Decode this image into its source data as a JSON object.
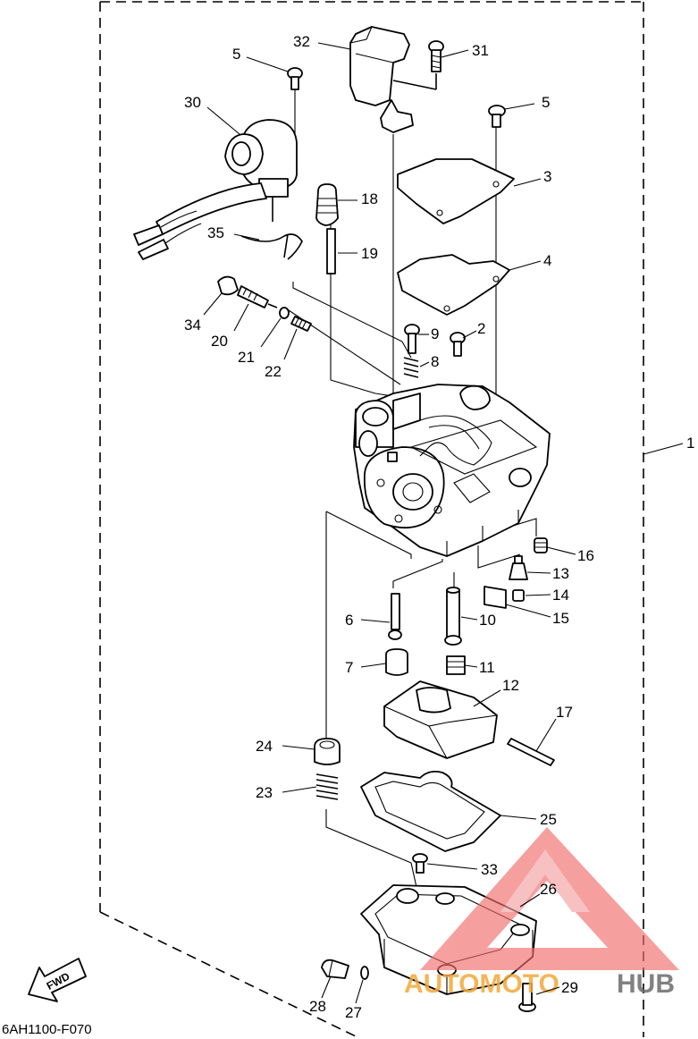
{
  "diagram_code": "6AH1100-F070",
  "fwd_label": "FWD",
  "watermark": {
    "text_a": "AUTOMOTO",
    "text_b": "HUB",
    "color_a": "#f2a93b",
    "color_b": "#6c6c6c",
    "logo_color": "#f26d6d"
  },
  "callouts": [
    {
      "id": "32",
      "text": "32"
    },
    {
      "id": "31",
      "text": "31"
    },
    {
      "id": "5a",
      "text": "5"
    },
    {
      "id": "5b",
      "text": "5"
    },
    {
      "id": "30",
      "text": "30"
    },
    {
      "id": "3",
      "text": "3"
    },
    {
      "id": "18",
      "text": "18"
    },
    {
      "id": "35",
      "text": "35"
    },
    {
      "id": "19",
      "text": "19"
    },
    {
      "id": "4",
      "text": "4"
    },
    {
      "id": "34",
      "text": "34"
    },
    {
      "id": "20",
      "text": "20"
    },
    {
      "id": "21",
      "text": "21"
    },
    {
      "id": "22",
      "text": "22"
    },
    {
      "id": "9",
      "text": "9"
    },
    {
      "id": "2",
      "text": "2"
    },
    {
      "id": "8",
      "text": "8"
    },
    {
      "id": "1",
      "text": "1"
    },
    {
      "id": "16",
      "text": "16"
    },
    {
      "id": "13",
      "text": "13"
    },
    {
      "id": "14",
      "text": "14"
    },
    {
      "id": "15",
      "text": "15"
    },
    {
      "id": "6",
      "text": "6"
    },
    {
      "id": "10",
      "text": "10"
    },
    {
      "id": "7",
      "text": "7"
    },
    {
      "id": "11",
      "text": "11"
    },
    {
      "id": "12",
      "text": "12"
    },
    {
      "id": "17",
      "text": "17"
    },
    {
      "id": "24",
      "text": "24"
    },
    {
      "id": "23",
      "text": "23"
    },
    {
      "id": "25",
      "text": "25"
    },
    {
      "id": "33",
      "text": "33"
    },
    {
      "id": "26",
      "text": "26"
    },
    {
      "id": "28",
      "text": "28"
    },
    {
      "id": "27",
      "text": "27"
    },
    {
      "id": "29",
      "text": "29"
    }
  ]
}
